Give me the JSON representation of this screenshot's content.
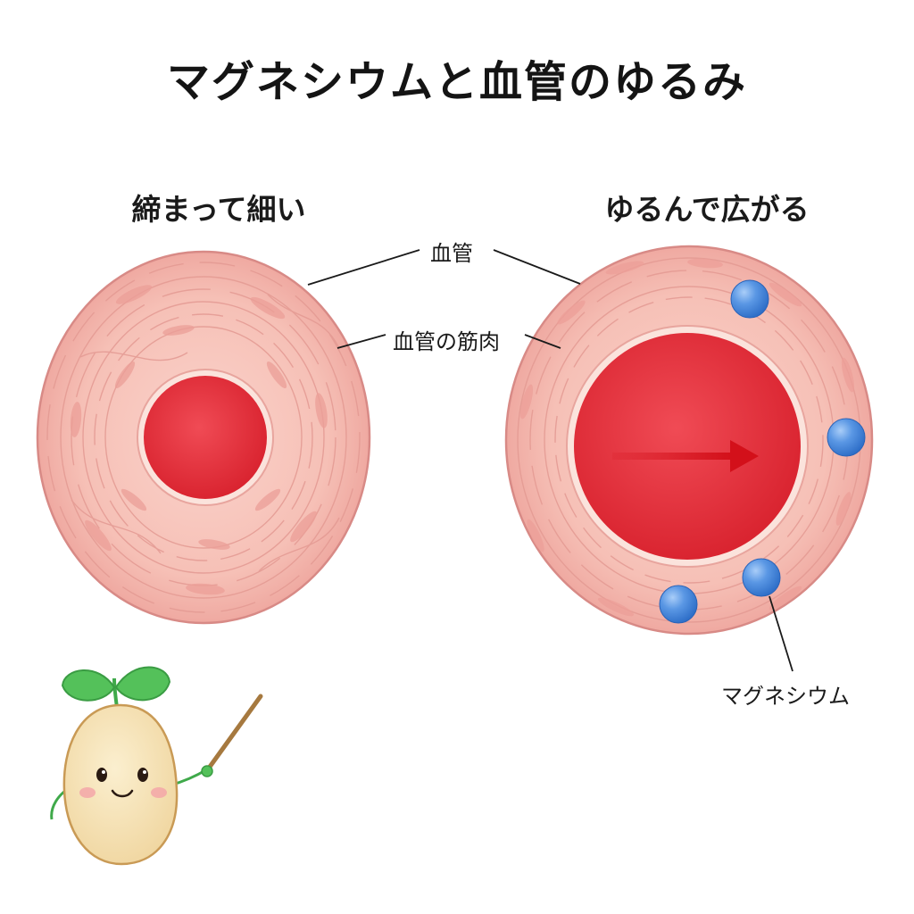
{
  "title": "マグネシウムと血管のゆるみ",
  "states": {
    "constricted": "締まって細い",
    "relaxed": "ゆるんで広がる"
  },
  "callouts": {
    "vessel": "血管",
    "vessel_muscle": "血管の筋肉",
    "magnesium": "マグネシウム"
  },
  "colors": {
    "wall": "#f5b7ae",
    "wall_stroke": "#d88a86",
    "lumen": "#e8323e",
    "lumen_ring": "#fbe3dc",
    "magnesium": "#4f8fe0",
    "arrow": "#d3101a",
    "sprout_leaf": "#54c15a",
    "seed_body": "#f6e3b6"
  },
  "icons": [
    "magnesium-ion-icon",
    "blood-flow-arrow-icon",
    "sprout-mascot-icon",
    "pointer-stick-icon"
  ]
}
